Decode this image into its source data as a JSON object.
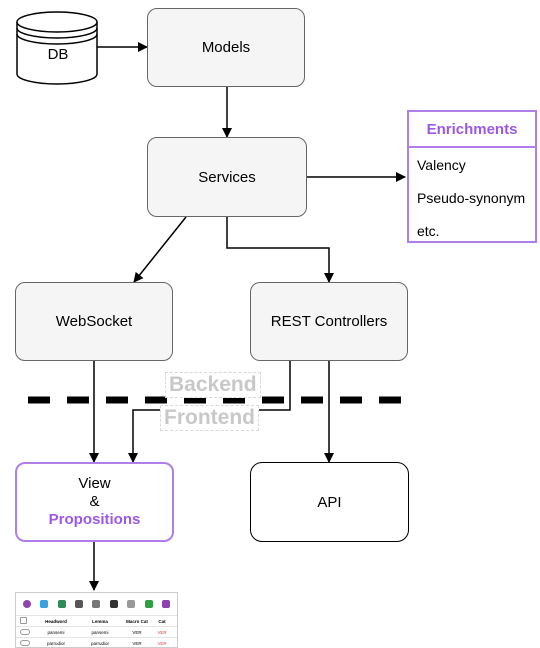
{
  "nodes": {
    "db": "DB",
    "models": "Models",
    "services": "Services",
    "websocket": "WebSocket",
    "rest": "REST Controllers",
    "view_line1": "View",
    "view_line2": "&",
    "view_line3": "Propositions",
    "api": "API"
  },
  "enrichments": {
    "title": "Enrichments",
    "items": [
      "Valency",
      "Pseudo-synonym",
      "etc."
    ]
  },
  "boundary": {
    "backend": "Backend",
    "frontend": "Frontend"
  },
  "preview": {
    "headers": [
      "Headword",
      "Lemma",
      "Macro Cat",
      "Cat"
    ],
    "rows": [
      [
        "pansemi",
        "pansemi",
        "VER",
        "VER"
      ],
      [
        "parrudior",
        "parrudior",
        "VER",
        "VER"
      ]
    ],
    "icon_colors": [
      "#8e44ad",
      "#3aa0e0",
      "#2e8b57",
      "#555555",
      "#777777",
      "#333333",
      "#999999",
      "#2ea043",
      "#8e44ad"
    ]
  },
  "colors": {
    "accent_purple": "#9b59e6",
    "node_fill": "#f5f5f5"
  }
}
